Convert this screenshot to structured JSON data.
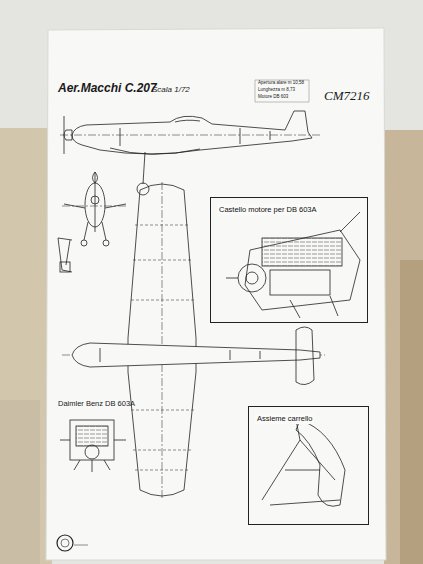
{
  "diagram": {
    "title": "Aer.Macchi C.207",
    "nodes": [
      {
        "text": [
          "Castello motore per DB 603A"
        ]
      },
      {
        "text": [
          "Assieme carrello"
        ]
      }
    ],
    "labels": [
      "Scala 1/72",
      "Apertura alare m 10,58",
      "Lunghezza m 8,73",
      "Motore DB 603",
      "CM7216",
      "Daimler Benz DB 603A"
    ]
  }
}
